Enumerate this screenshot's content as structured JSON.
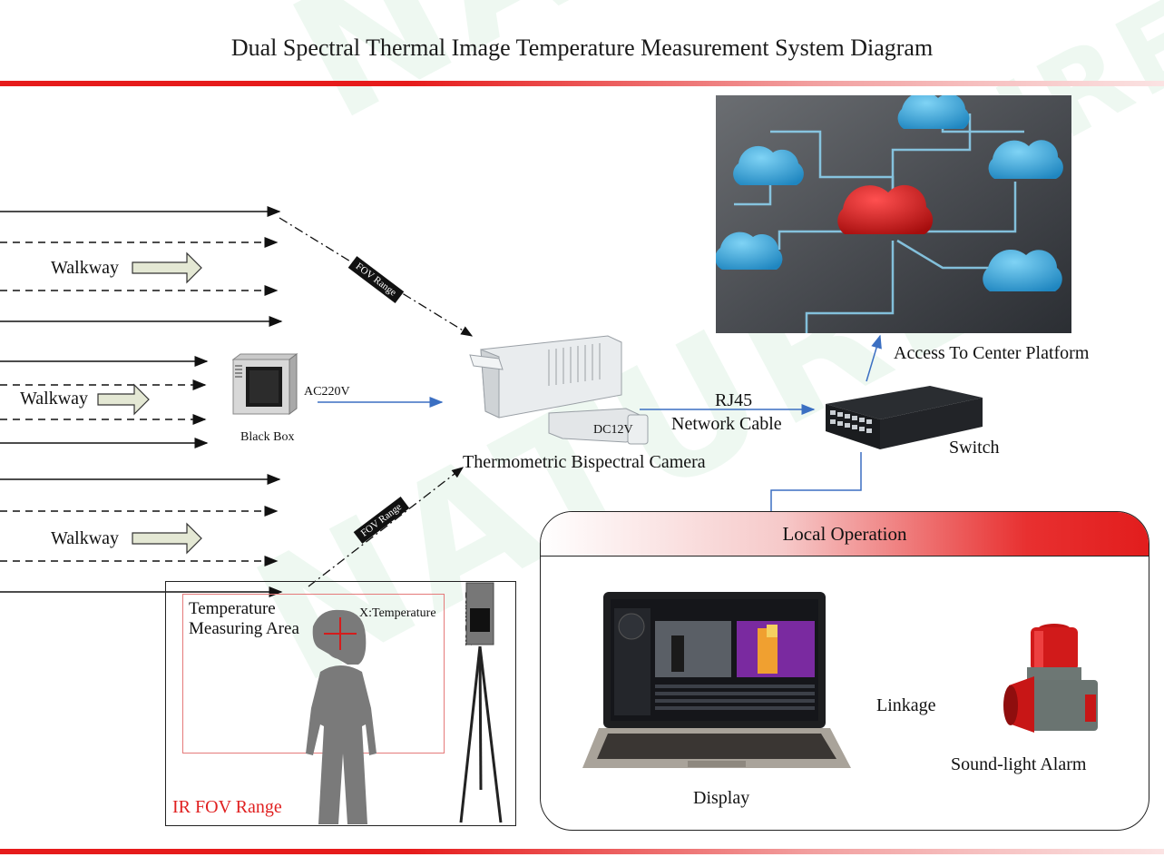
{
  "diagram": {
    "title": "Dual Spectral Thermal Image Temperature Measurement System Diagram",
    "walkway_labels": [
      "Walkway",
      "Walkway",
      "Walkway"
    ],
    "fov_tags": [
      "FOV Range",
      "FOV Range"
    ],
    "black_box_label": "Black Box",
    "black_box_vertical_label": "Black Box",
    "ac_label": "AC220V",
    "dc_label": "DC12V",
    "camera_label": "Thermometric Bispectral Camera",
    "rj45_label": "RJ45",
    "network_cable_label": "Network Cable",
    "switch_label": "Switch",
    "access_label": "Access To Center Platform",
    "local_operation_label": "Local Operation",
    "display_label": "Display",
    "linkage_label": "Linkage",
    "alarm_label": "Sound-light Alarm",
    "temp_area_label": "Temperature\nMeasuring Area",
    "x_temperature_label": "X:Temperature",
    "ir_fov_label": "IR FOV Range",
    "watermark_text": "NATURE",
    "colors": {
      "accent_red": "#e61b1b",
      "arrow_blue": "#3b6fc2",
      "cloud_blue": "#35a8dc",
      "cloud_red": "#d11a1a",
      "silhouette": "#777777"
    },
    "icons": [
      "camera-icon",
      "switch-icon",
      "cloud-network-icon",
      "laptop-icon",
      "alarm-icon",
      "black-box-icon",
      "tripod-box-icon",
      "person-silhouette-icon"
    ]
  }
}
